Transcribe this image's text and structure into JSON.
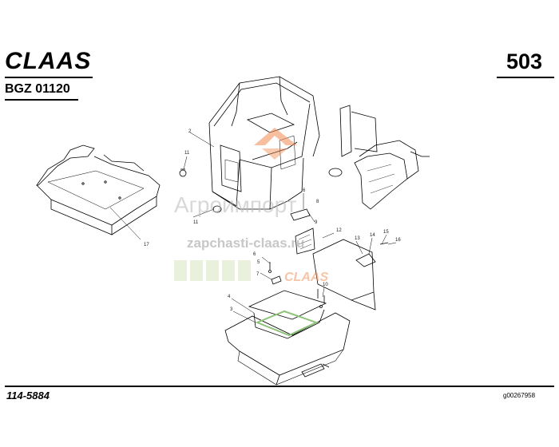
{
  "header": {
    "brand": "CLAAS",
    "page_number": "503",
    "doc_code": "BGZ 01120"
  },
  "footer": {
    "part_number": "114-5884",
    "image_code": "g00267958"
  },
  "watermark": {
    "line1": "Агроимпорт",
    "line2": "zapchasti-claas.ru",
    "logo_text": "CLAAS"
  },
  "callouts": [
    "2",
    "11",
    "6",
    "8",
    "11",
    "9",
    "17",
    "12",
    "13",
    "14",
    "15",
    "16",
    "5",
    "6",
    "7",
    "10",
    "4",
    "3"
  ],
  "colors": {
    "ink": "#000000",
    "watermark": "#b9b9b9",
    "highlight_seal": "#8fc27a",
    "logo_orange": "#f08a50"
  }
}
